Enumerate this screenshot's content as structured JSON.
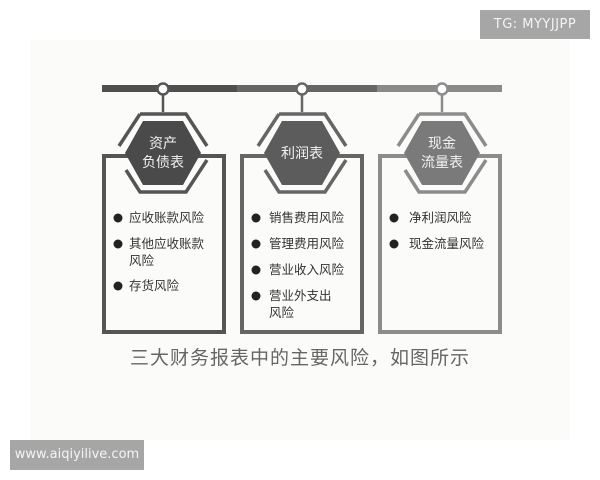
{
  "watermark": {
    "top_right": "TG: MYYJJPP",
    "bottom_left": "www.aiqiyilive.com"
  },
  "caption": "三大财务报表中的主要风险，如图所示",
  "colors": {
    "bar_dark": "#4f4f4f",
    "bar_mid": "#666666",
    "bar_light": "#8a8a8a",
    "panel1": "#555555",
    "panel2": "#666666",
    "panel3": "#8c8c8c",
    "background": "#fbfbfa",
    "watermark_bg": "#a6a6a6"
  },
  "statements": [
    {
      "title_lines": [
        "资产",
        "负债表"
      ],
      "risks": [
        {
          "lines": [
            "应收账款风险"
          ]
        },
        {
          "lines": [
            "其他应收账款",
            "风险"
          ]
        },
        {
          "lines": [
            "存货风险"
          ]
        }
      ]
    },
    {
      "title_lines": [
        "利润表"
      ],
      "risks": [
        {
          "lines": [
            "销售费用风险"
          ]
        },
        {
          "lines": [
            "管理费用风险"
          ]
        },
        {
          "lines": [
            "营业收入风险"
          ]
        },
        {
          "lines": [
            "营业外支出",
            "风险"
          ]
        }
      ]
    },
    {
      "title_lines": [
        "现金",
        "流量表"
      ],
      "risks": [
        {
          "lines": [
            "净利润风险"
          ]
        },
        {
          "lines": [
            "现金流量风险"
          ]
        }
      ]
    }
  ]
}
